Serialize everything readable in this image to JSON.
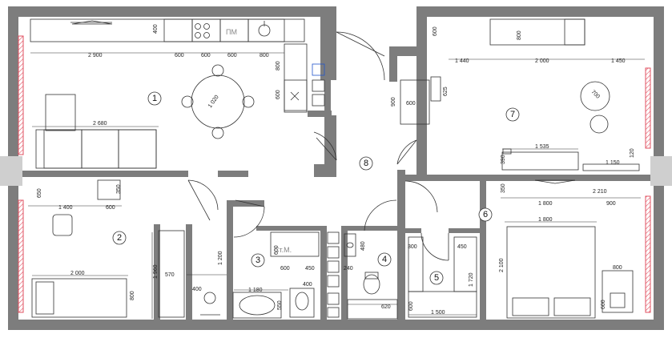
{
  "rooms": [
    {
      "id": "1",
      "label": "1"
    },
    {
      "id": "2",
      "label": "2"
    },
    {
      "id": "3",
      "label": "3"
    },
    {
      "id": "4",
      "label": "4"
    },
    {
      "id": "5",
      "label": "5"
    },
    {
      "id": "6",
      "label": "6"
    },
    {
      "id": "7",
      "label": "7"
    },
    {
      "id": "8",
      "label": "8"
    }
  ],
  "appliance_labels": {
    "dishwasher": "ПМ",
    "washer": "Ст.М."
  },
  "dimensions": {
    "kitchen_total": "2 900",
    "k600a": "600",
    "k600b": "600",
    "k600c": "600",
    "k800": "800",
    "k400v": "400",
    "k800v": "800",
    "k600v": "600",
    "table": "1 020",
    "sofa": "2 680",
    "r2_650": "650",
    "r2_1400": "1 400",
    "r2_600": "600",
    "r2_350": "350",
    "bed2_w": "2 000",
    "bed2_h": "800",
    "r2_1960": "1 960",
    "r2_570": "570",
    "bath_1200": "1 200",
    "bath_400a": "400",
    "bath_1180": "1 180",
    "bath_400b": "400",
    "bath_550": "550",
    "wm_600v": "600",
    "wm_600": "600",
    "wm_450": "450",
    "wc_480": "480",
    "wc_240": "240",
    "wc_620": "620",
    "r5_300": "300",
    "r5_450": "450",
    "r5_1720": "1 720",
    "r5_1500": "1 500",
    "r5_600": "600",
    "r7_600v": "600",
    "r7_800v": "800",
    "r7_1440": "1 440",
    "r7_2000": "2 000",
    "r7_1450": "1 450",
    "hall_900": "900",
    "hall_600": "600",
    "hall_625": "625",
    "r7_700": "700",
    "r7_1535": "1 535",
    "r7_390": "390",
    "r7_1150": "1 150",
    "r7_120": "120",
    "r6_350": "350",
    "r6_1800a": "1 800",
    "r6_2210": "2 210",
    "r6_1800b": "1 800",
    "r6_900": "900",
    "r6_2100": "2 100",
    "r6_800": "800",
    "r6_600": "600"
  },
  "colors": {
    "wall": "#7d7d7d",
    "heater": "#e05060",
    "line": "#333333"
  }
}
